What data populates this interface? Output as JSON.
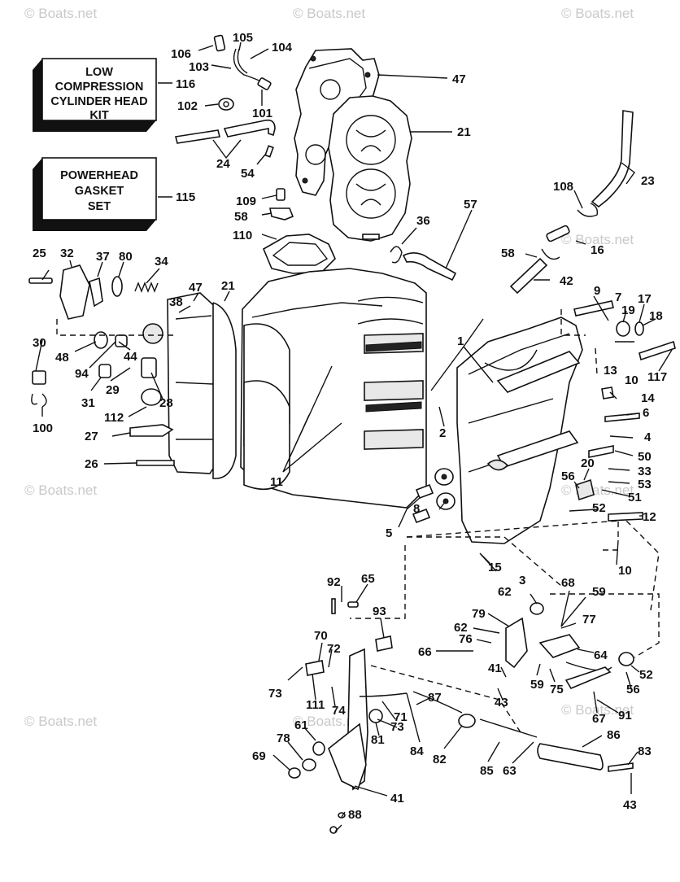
{
  "watermark": "© Boats.net",
  "kits": {
    "low_compression": {
      "lines": [
        "LOW",
        "COMPRESSION",
        "CYLINDER HEAD",
        "KIT"
      ],
      "ref": "116"
    },
    "powerhead_gasket": {
      "lines": [
        "POWERHEAD",
        "GASKET",
        "SET"
      ],
      "ref": "115"
    }
  },
  "callouts": [
    "106",
    "105",
    "104",
    "103",
    "47",
    "116",
    "102",
    "101",
    "21",
    "24",
    "54",
    "23",
    "115",
    "109",
    "108",
    "58",
    "16",
    "110",
    "36",
    "57",
    "25",
    "32",
    "37",
    "80",
    "34",
    "58",
    "42",
    "38",
    "47",
    "21",
    "9",
    "7",
    "17",
    "19",
    "18",
    "30",
    "48",
    "44",
    "1",
    "94",
    "13",
    "10",
    "117",
    "31",
    "29",
    "28",
    "14",
    "112",
    "2",
    "6",
    "100",
    "27",
    "4",
    "26",
    "50",
    "20",
    "33",
    "56",
    "53",
    "51",
    "11",
    "8",
    "52",
    "12",
    "5",
    "15",
    "10",
    "3",
    "92",
    "65",
    "68",
    "62",
    "59",
    "93",
    "79",
    "77",
    "62",
    "70",
    "76",
    "72",
    "66",
    "64",
    "41",
    "52",
    "73",
    "59",
    "75",
    "56",
    "111",
    "74",
    "43",
    "87",
    "67",
    "91",
    "71",
    "61",
    "73",
    "78",
    "81",
    "86",
    "83",
    "84",
    "82",
    "85",
    "63",
    "69",
    "41",
    "88",
    "43"
  ]
}
